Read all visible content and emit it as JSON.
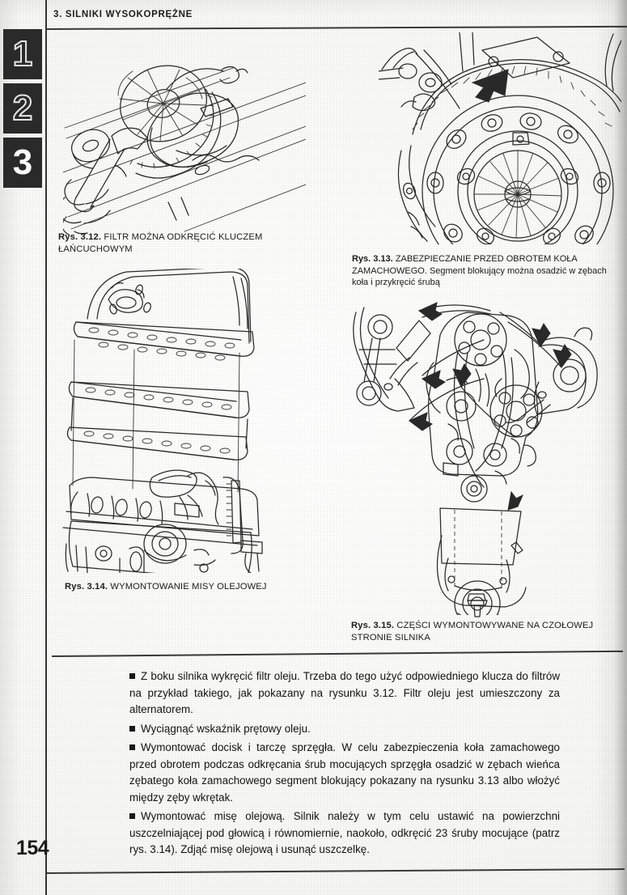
{
  "page": {
    "number": "154",
    "header": "3. SILNIKI WYSOKOPRĘŻNE",
    "language": "pl"
  },
  "chapter_tabs": [
    {
      "label": "1",
      "active": false
    },
    {
      "label": "2",
      "active": false
    },
    {
      "label": "3",
      "active": true
    }
  ],
  "figures": [
    {
      "id": "3.12",
      "lead": "Rys. 3.12.",
      "caption": "FILTR MOŻNA ODKRĘCIĆ KLUCZEM ŁAŃCUCHOWYM",
      "alt": "Hand using a chain wrench to unscrew the oil filter on the side of the engine"
    },
    {
      "id": "3.13",
      "lead": "Rys. 3.13.",
      "caption_upper": "ZABEZPIECZANIE PRZED OBROTEM KOŁA ZAMACHOWEGO.",
      "caption_rest": " Segment blokujący można osadzić w zębach koła i przykręcić śrubą",
      "alt": "Clutch pressure plate and flywheel ring gear with locking segment indicated by an arrow"
    },
    {
      "id": "3.14",
      "lead": "Rys. 3.14.",
      "caption": "WYMONTOWANIE MISY OLEJOWEJ",
      "alt": "Exploded view of oil pan, gasket and engine block"
    },
    {
      "id": "3.15",
      "lead": "Rys. 3.15.",
      "caption": "CZĘŚCI WYMONTOWYWANE NA CZOŁOWEJ STRONIE SILNIKA",
      "alt": "Exploded view of components removed from the front of the engine, with brackets, pulleys and crank pulley bolt"
    }
  ],
  "body": {
    "paragraphs": [
      "Z boku silnika wykręcić filtr oleju. Trzeba do tego użyć odpowiedniego klucza do filtrów na przykład takiego, jak pokazany na rysunku 3.12. Filtr oleju jest umieszczony za alternatorem.",
      "Wyciągnąć wskaźnik prętowy oleju.",
      "Wymontować docisk i tarczę sprzęgła. W celu zabezpieczenia koła zamachowego przed obrotem podczas odkręcania śrub mocujących sprzęgła osadzić w zębach wieńca zębatego koła zamachowego segment blokujący pokazany na rysunku 3.13 albo włożyć między zęby wkrętak.",
      "Wymontować misę olejową. Silnik należy w tym celu ustawić na powierzchni uszczelniającej pod głowicą i równomiernie, naokoło, odkręcić 23 śruby mocujące (patrz rys. 3.14). Zdjąć misę olejową i usunąć uszczelkę."
    ]
  },
  "colors": {
    "ink": "#2a2a2a",
    "paper": "#f8f8f5",
    "tab_background": "#2b2b2b",
    "tab_active_text": "#ffffff"
  }
}
